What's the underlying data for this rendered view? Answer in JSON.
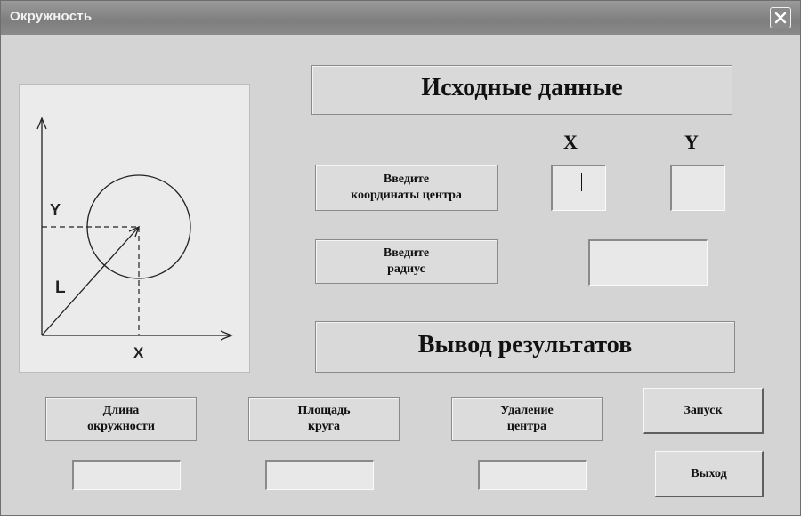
{
  "window": {
    "title": "Окружность",
    "close_icon": "close-icon"
  },
  "figure": {
    "label_y": "Y",
    "label_l": "L",
    "label_x": "X"
  },
  "input_section": {
    "heading": "Исходные данные",
    "center_label": "Введите\nкоординаты центра",
    "radius_label": "Введите\nрадиус",
    "x_header": "X",
    "y_header": "Y",
    "x_value": "",
    "y_value": "",
    "radius_value": ""
  },
  "output_section": {
    "heading": "Вывод результатов",
    "circumference_label": "Длина\nокружности",
    "area_label": "Площадь\nкруга",
    "distance_label": "Удаление\nцентра",
    "circumference_value": "",
    "area_value": "",
    "distance_value": ""
  },
  "buttons": {
    "run": "Запуск",
    "exit": "Выход"
  }
}
